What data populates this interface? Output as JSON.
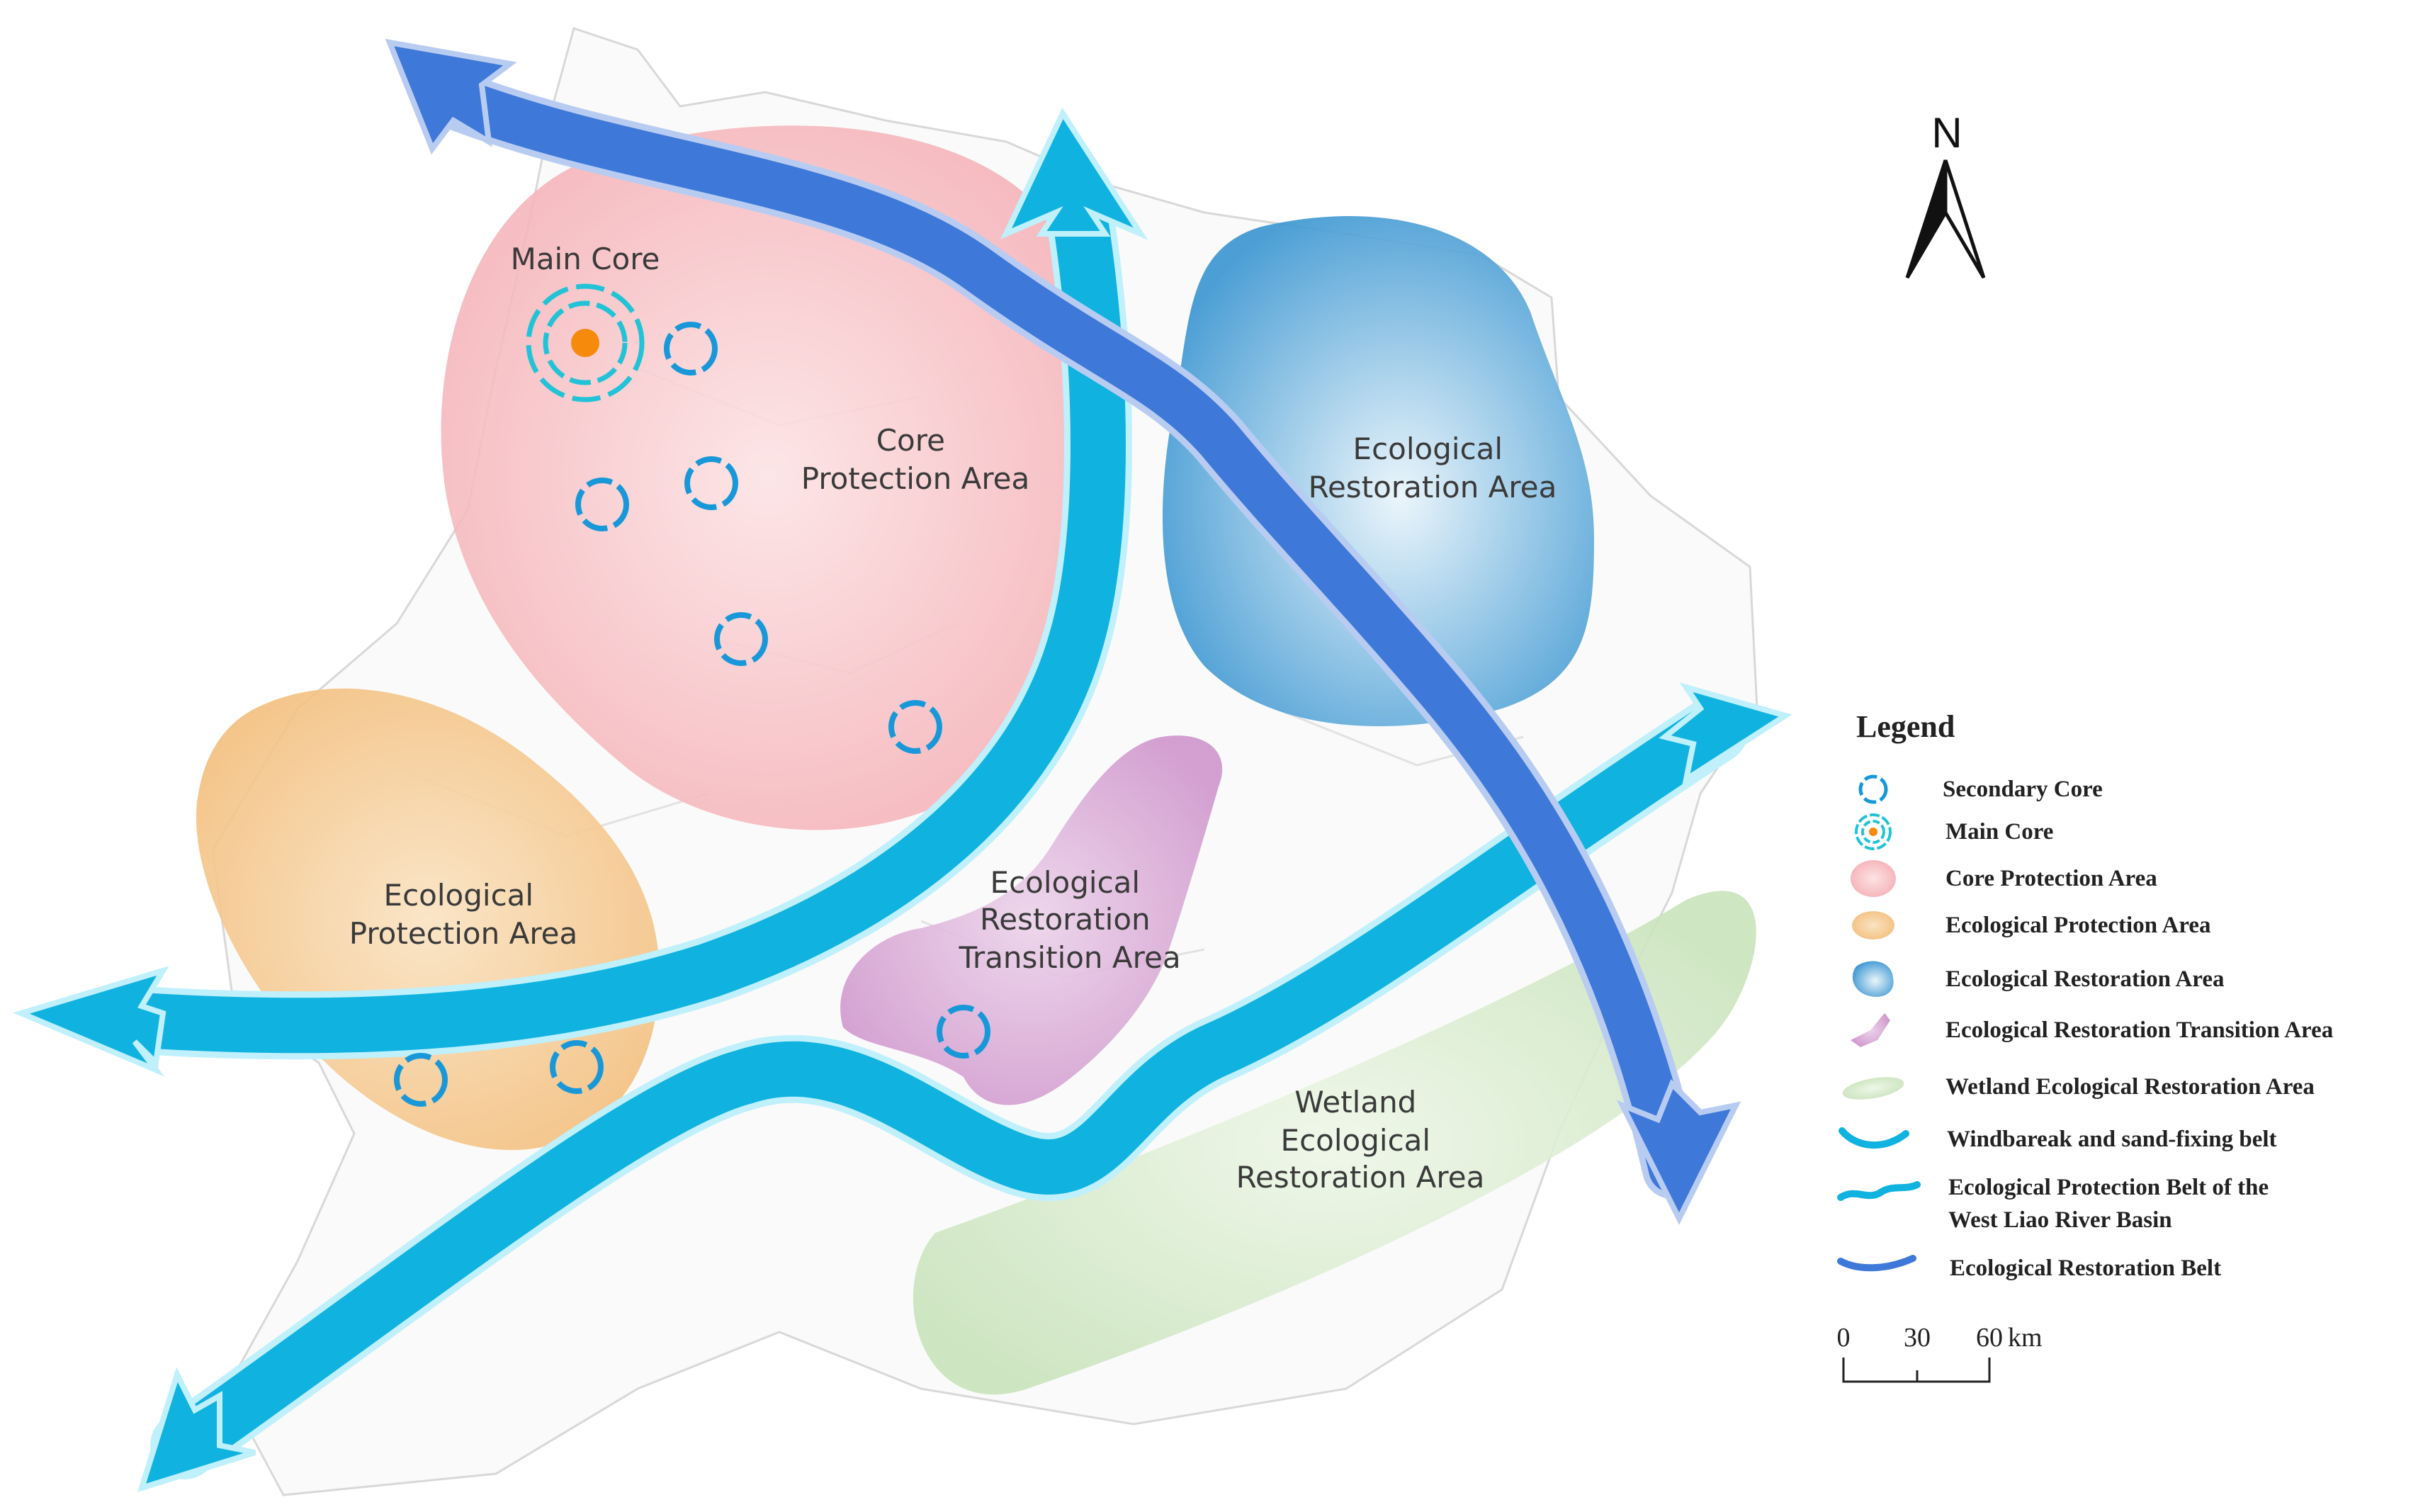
{
  "zones": {
    "main_core": "Main Core",
    "core_protection": [
      "Core",
      "Protection Area"
    ],
    "ecological_restoration": [
      "Ecological",
      "Restoration Area"
    ],
    "ecological_protection": [
      "Ecological",
      "Protection Area"
    ],
    "transition": [
      "Ecological",
      "Restoration",
      "Transition Area"
    ],
    "wetland": [
      "Wetland",
      "Ecological",
      "Restoration Area"
    ]
  },
  "north": "N",
  "legend": {
    "title": "Legend",
    "items": [
      {
        "label": "Secondary  Core",
        "icon": "secondary-core-icon"
      },
      {
        "label": "Main Core",
        "icon": "main-core-icon"
      },
      {
        "label": "Core  Protection Area",
        "icon": "core-protection-area-icon"
      },
      {
        "label": "Ecological Protection Area",
        "icon": "ecological-protection-area-icon"
      },
      {
        "label": "Ecological Restoration Area",
        "icon": "ecological-restoration-area-icon"
      },
      {
        "label": "Ecological Restoration Transition Area",
        "icon": "transition-area-icon"
      },
      {
        "label": "Wetland Ecological Restoration Area",
        "icon": "wetland-area-icon"
      },
      {
        "label": "Windbareak and sand-fixing belt",
        "icon": "windbreak-belt-icon"
      },
      {
        "label": "Ecological Protection Belt of the",
        "label2": "West Liao River Basin",
        "icon": "protection-belt-icon"
      },
      {
        "label": "Ecological Restoration Belt",
        "icon": "restoration-belt-icon"
      }
    ]
  },
  "scale_bar": {
    "ticks": [
      "0",
      "30",
      "60"
    ],
    "unit": "km"
  },
  "colors": {
    "core_protection": "#f6b8bd",
    "ecological_restoration": "#4aa3d8",
    "ecological_protection": "#f5c98a",
    "transition": "#d9a8d6",
    "wetland": "#d2e8c6",
    "cyan_belt": "#10b2e0",
    "blue_belt": "#3e78d8",
    "main_core_dot": "#f58a0c"
  }
}
